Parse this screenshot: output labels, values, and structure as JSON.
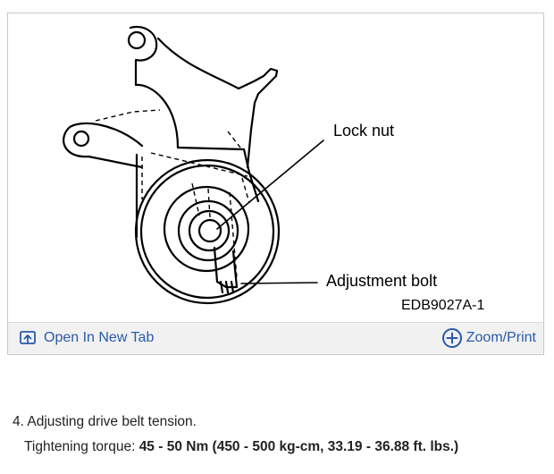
{
  "figure": {
    "callout_lock_nut": "Lock nut",
    "callout_adjustment_bolt": "Adjustment bolt",
    "figure_code": "EDB9027A-1"
  },
  "toolbar": {
    "open_new_tab_label": "Open In New Tab",
    "open_new_tab_icon": "open-in-new-tab-icon",
    "zoom_print_label": "Zoom/Print",
    "zoom_print_icon": "plus-circle-icon",
    "link_color": "#2a5aa8"
  },
  "content": {
    "step_text": "4. Adjusting drive belt tension.",
    "torque_label": "Tightening torque: ",
    "torque_value": "45 - 50 Nm (450 - 500 kg-cm, 33.19 - 36.88 ft. lbs.)"
  }
}
